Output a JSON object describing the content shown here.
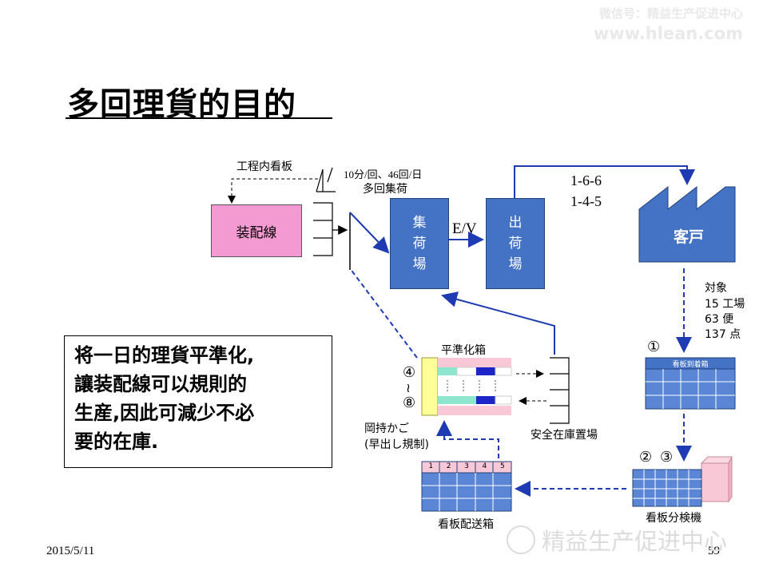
{
  "watermark": {
    "line1": "微信号：精益生产促进中心",
    "line2": "www.hlean.com",
    "bottom": "精益生产促进中心"
  },
  "title": "多回理貨的目的",
  "diagram": {
    "kanban_in_process": "工程内看板",
    "assembly_line": "装配線",
    "frequency_line1": "10分/回、46回/日",
    "frequency_line2": "多回集荷",
    "collection_area": [
      "集",
      "荷",
      "場"
    ],
    "ev": "E/V",
    "shipping_area": [
      "出",
      "荷",
      "場"
    ],
    "route_line1": "1-6-6",
    "route_line2": "1-4-5",
    "customer": "客戸",
    "target_label": "対象",
    "target_plants": "15 工場",
    "target_trips": "63 便",
    "target_points": "137 点",
    "step1": "①",
    "kanban_arrival_box": "看板到着箱",
    "step2": "②",
    "step3": "③",
    "kanban_sorter": "看板分検機",
    "kanban_delivery_box": "看板配送箱",
    "delivery_box_numbers": [
      "1",
      "2",
      "3",
      "4",
      "5"
    ],
    "leveling_box": "平準化箱",
    "step4": "④",
    "tilde": "≀",
    "step8": "⑧",
    "okamochi_line1": "岡持かご",
    "okamochi_line2": "(早出し規制)",
    "safety_stock": "安全在庫置場"
  },
  "statement": {
    "line1": "将一日的理貨平準化,",
    "line2": "讓装配線可以規則的",
    "line3": "生産,因此可減少不必",
    "line4": "要的在庫."
  },
  "footer": {
    "date": "2015/5/11",
    "page": "59"
  },
  "colors": {
    "blue_box": "#4472c4",
    "pink_box": "#f49ad2",
    "arrow_blue": "#1f3bb3",
    "grid_blue": "#5b86d6",
    "grid_pink": "#f9c8d6",
    "teal": "#8ee6cf",
    "navy": "#1d24c8",
    "yellow": "#ffff99"
  }
}
